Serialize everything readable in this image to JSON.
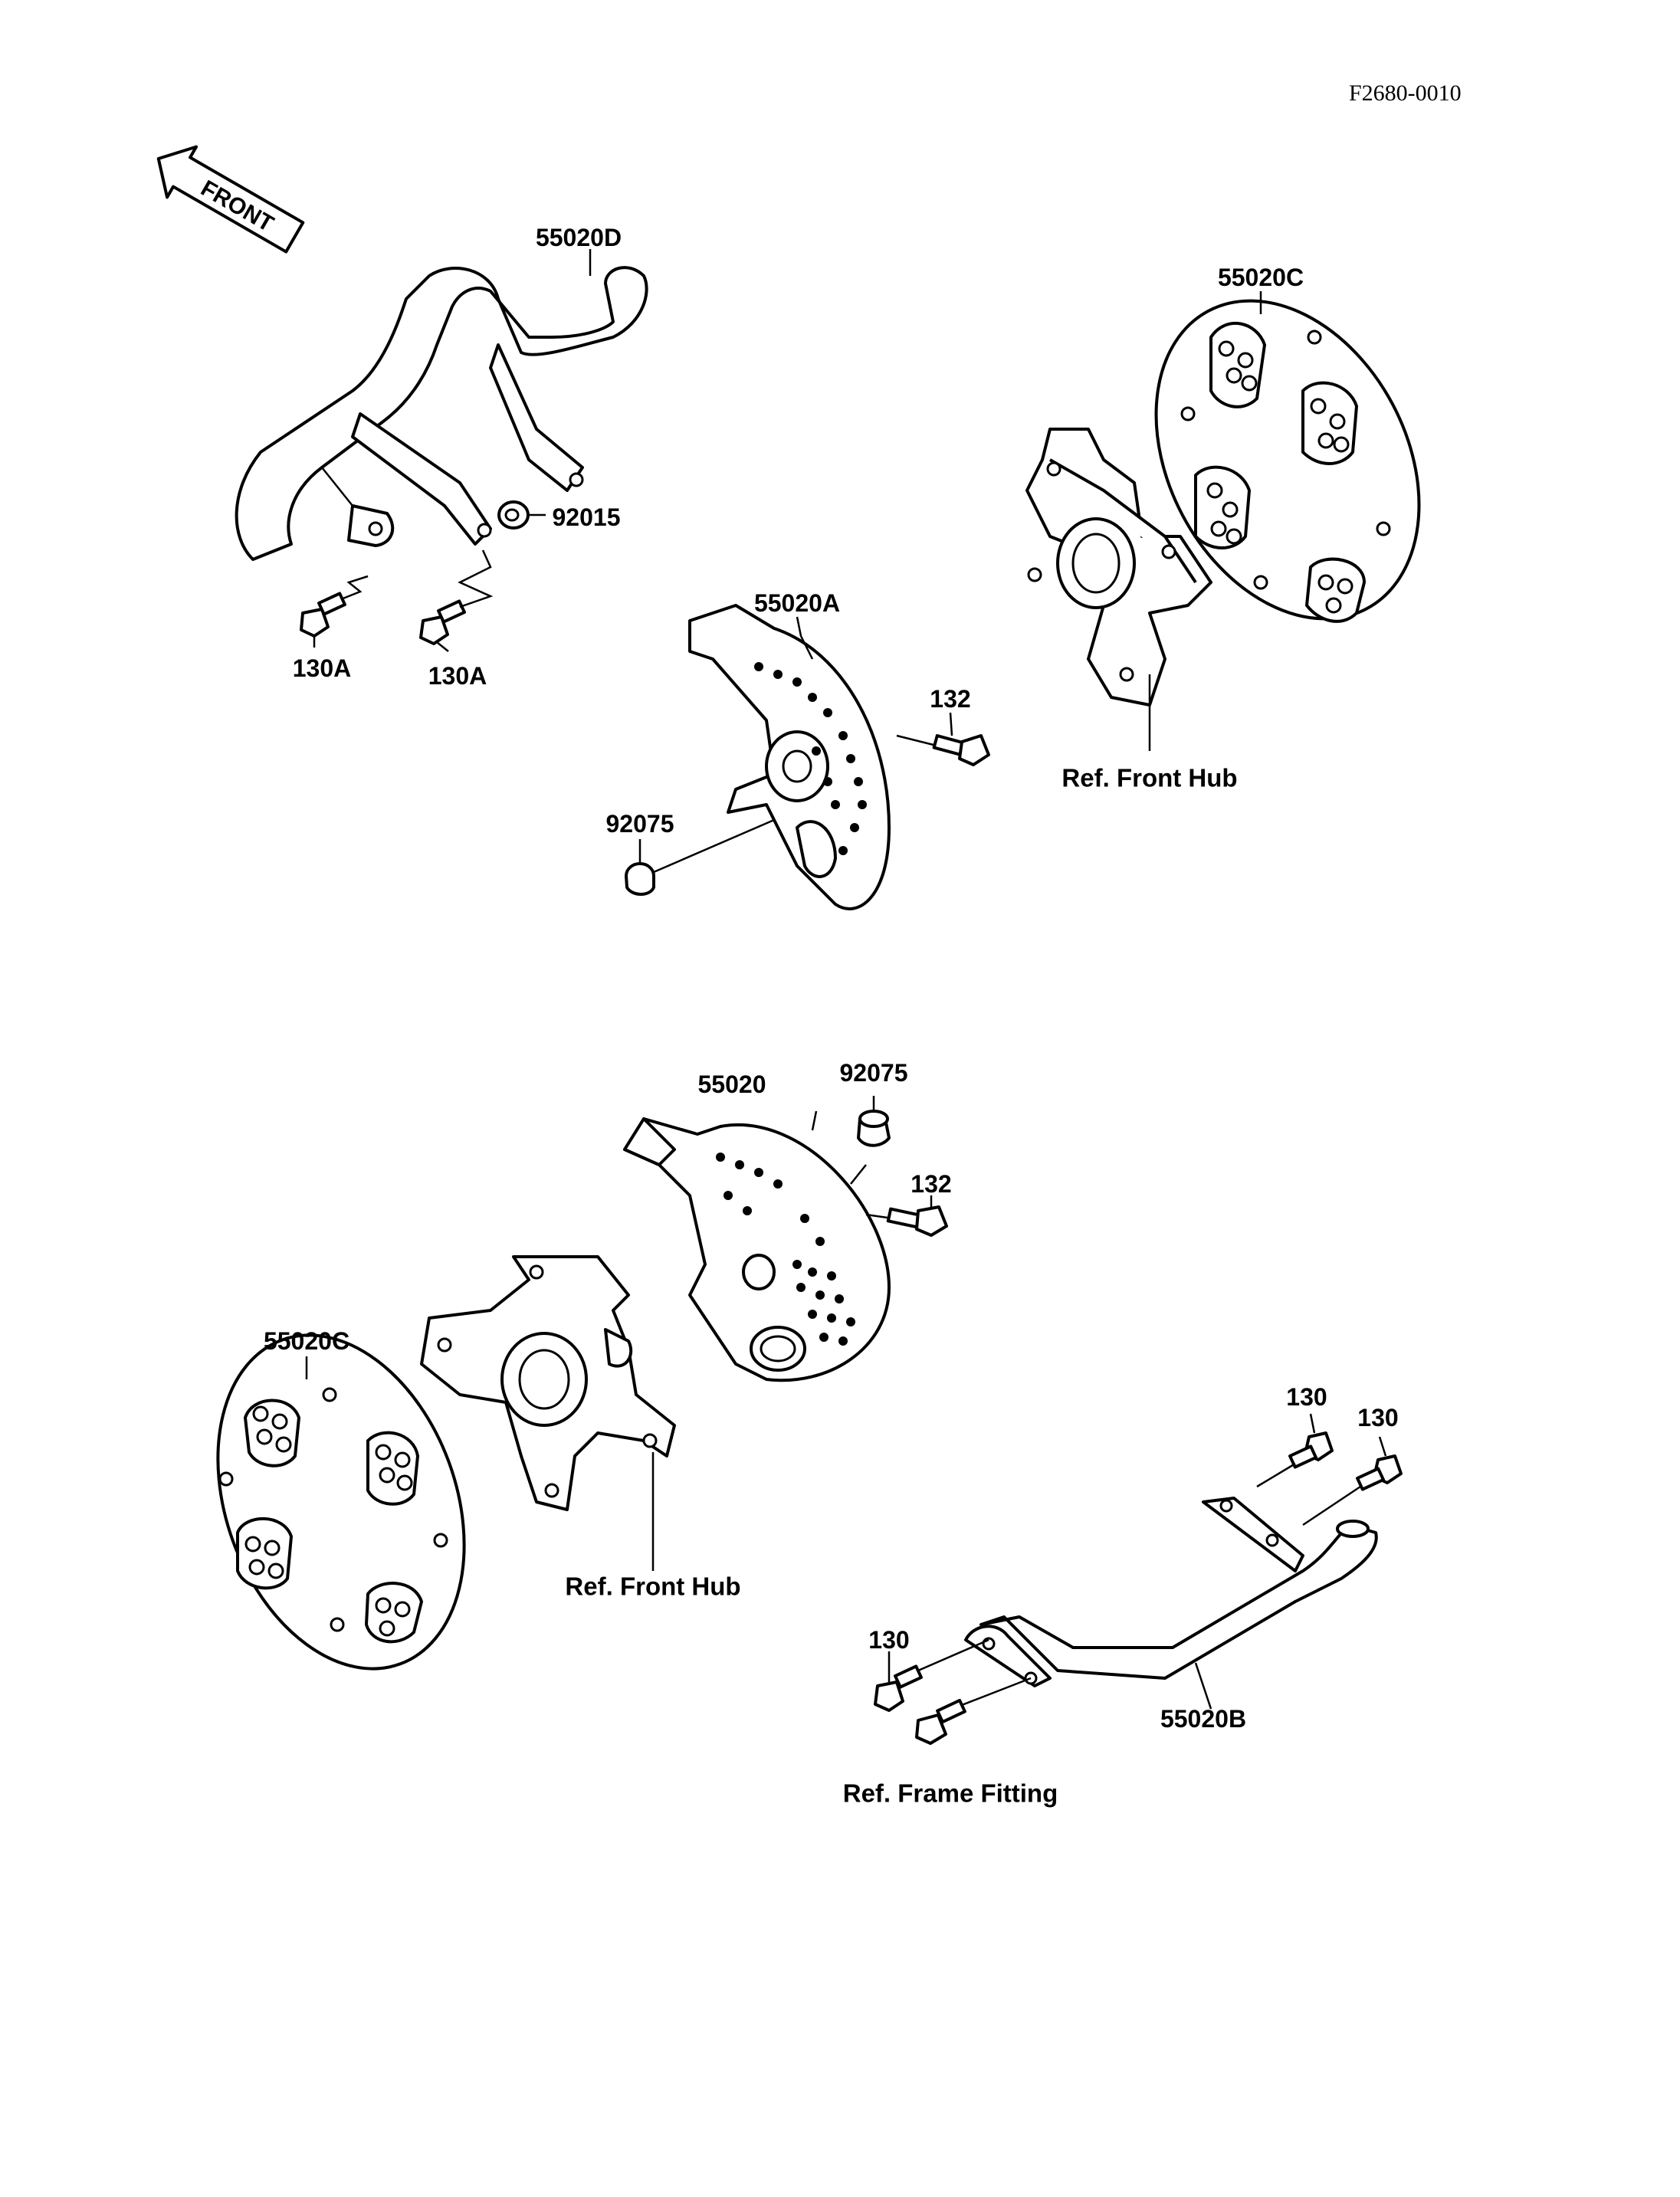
{
  "diagram": {
    "code": "F2680-0010",
    "front_arrow_label": "FRONT",
    "labels": {
      "bumper_front": "55020D",
      "nut": "92015",
      "bolt_left": "130A",
      "bolt_right": "130A",
      "disc_top": "55020C",
      "guard_top": "55020A",
      "bolt_top": "132",
      "cap_top": "92075",
      "hub_ref_top": "Ref. Front Hub",
      "guard_bottom": "55020",
      "cap_bottom": "92075",
      "bolt_bottom": "132",
      "disc_bottom": "55020C",
      "hub_ref_bottom": "Ref. Front Hub",
      "bolt_130_a": "130",
      "bolt_130_b": "130",
      "bolt_130_c": "130",
      "bar_rear": "55020B",
      "frame_ref": "Ref. Frame Fitting"
    }
  }
}
